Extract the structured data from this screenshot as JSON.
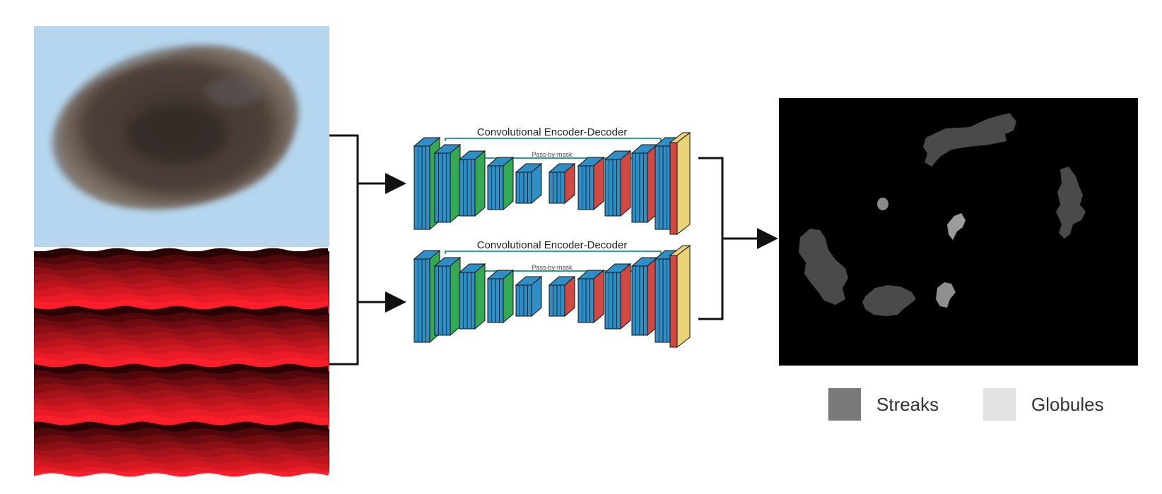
{
  "inputs": [
    {
      "name": "dermoscopic-image",
      "colors": {
        "background": "#b5d6ee",
        "lesion": "#4b3e36"
      }
    },
    {
      "name": "superpixel-map",
      "colors": {
        "dark": "#2a0204",
        "bright": "#ff1e2a"
      }
    }
  ],
  "networks": [
    {
      "title": "Convolutional Encoder-Decoder",
      "skip_label": "Pass-by-mask"
    },
    {
      "title": "Convolutional Encoder-Decoder",
      "skip_label": "Pass-by-mask"
    }
  ],
  "block_colors": {
    "blue": "#2e8ec6",
    "green": "#35a853",
    "red": "#d04a43",
    "yellow": "#ecd276"
  },
  "output": {
    "name": "segmentation-mask",
    "background": "#000000"
  },
  "legend": [
    {
      "label": "Streaks",
      "color": "#7a7a7a"
    },
    {
      "label": "Globules",
      "color": "#e2e2e2"
    }
  ]
}
